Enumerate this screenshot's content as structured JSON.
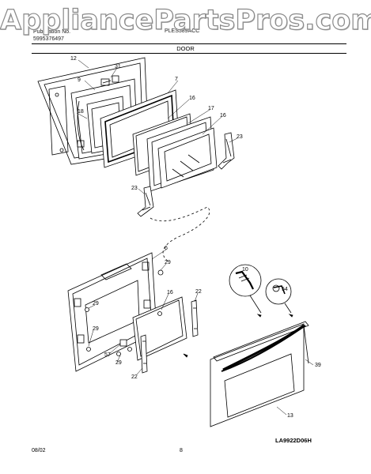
{
  "watermark": "AppliancePartsPros.com",
  "header": {
    "pub_label": "Publication No.",
    "pub_number": "5995376497",
    "model_label": "PLES389ACC"
  },
  "title": "DOOR",
  "footer": {
    "date": "08/02",
    "page": "8",
    "drawing_code": "LA9922D06H"
  },
  "callouts": [
    "12",
    "31",
    "9",
    "7",
    "16",
    "18",
    "17",
    "16",
    "23",
    "23",
    "6",
    "29",
    "29",
    "16",
    "22",
    "29",
    "57",
    "29",
    "22",
    "10",
    "54",
    "39",
    "13"
  ]
}
